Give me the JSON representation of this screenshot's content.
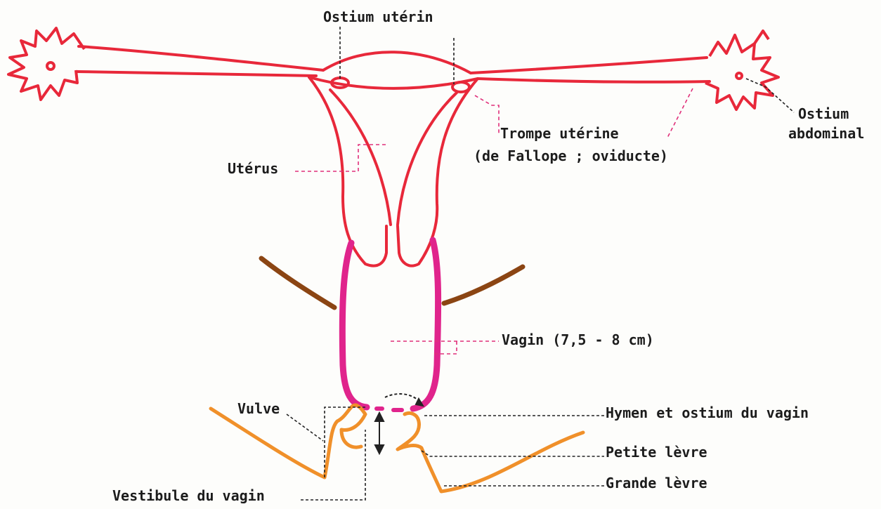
{
  "labels": {
    "ostium_uterin": "Ostium utérin",
    "ostium_abdominal_1": "Ostium",
    "ostium_abdominal_2": "abdominal",
    "trompe_1": "Trompe utérine",
    "trompe_2": "(de Fallope ; oviducte)",
    "uterus": "Utérus",
    "vagin": "Vagin  (7,5 - 8 cm)",
    "vulve": "Vulve",
    "hymen": "Hymen et ostium du vagin",
    "petite_levre": "Petite lèvre",
    "grande_levre": "Grande lèvre",
    "vestibule": "Vestibule du vagin"
  },
  "colors": {
    "uterus_tubes": "#e8283a",
    "vagina": "#e0248c",
    "ligament": "#8b4513",
    "vulva": "#f0902a",
    "leader_black": "#222222",
    "leader_pink": "#e0307a"
  }
}
